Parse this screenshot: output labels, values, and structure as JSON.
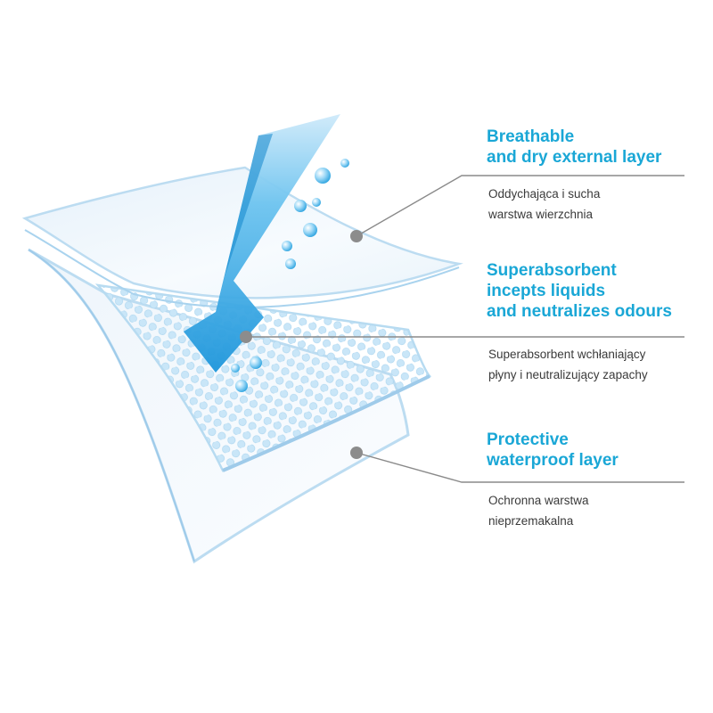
{
  "layers": [
    {
      "title_lines": [
        "Breathable",
        "and dry external layer"
      ],
      "subtitle_lines": [
        "Oddychająca i sucha",
        "warstwa wierzchnia"
      ]
    },
    {
      "title_lines": [
        "Superabsorbent",
        "incepts liquids",
        "and neutralizes odours"
      ],
      "subtitle_lines": [
        "Superabsorbent wchłaniający",
        "płyny i neutralizujący zapachy"
      ]
    },
    {
      "title_lines": [
        "Protective",
        "waterproof layer"
      ],
      "subtitle_lines": [
        "Ochronna warstwa",
        "nieprzemakalna"
      ]
    }
  ],
  "colors": {
    "title": "#1aa7d6",
    "subtitle": "#3a3a3a",
    "leader_line": "#8a8a8a",
    "marker": "#8c8c8c",
    "arrow": "#2aa3df",
    "sheet_fill": "#f4f8fc",
    "sheet_edge": "#b9dcf2",
    "cell": "#c7e5f7"
  }
}
